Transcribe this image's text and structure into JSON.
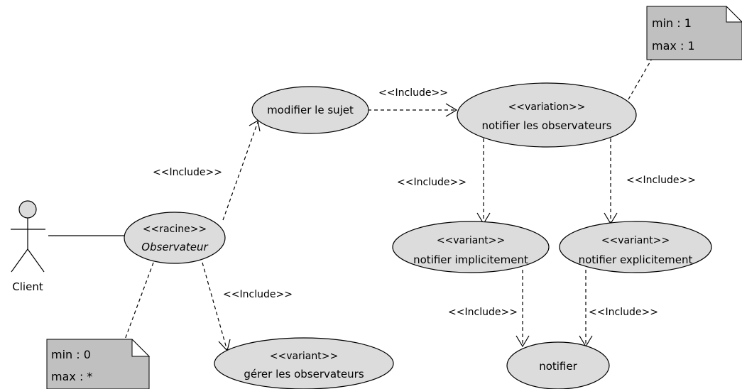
{
  "actor": {
    "name": "Client"
  },
  "use_cases": {
    "modifier": {
      "name": "modifier le sujet"
    },
    "racine": {
      "stereotype": "<<racine>>",
      "name": "Observateur"
    },
    "notifier_obs": {
      "stereotype": "<<variation>>",
      "name": "notifier les observateurs"
    },
    "implicite": {
      "stereotype": "<<variant>>",
      "name": "notifier implicitement"
    },
    "explicite": {
      "stereotype": "<<variant>>",
      "name": "notifier explicitement"
    },
    "gerer": {
      "stereotype": "<<variant>>",
      "name": "gérer les observateurs"
    },
    "notifier": {
      "name": "notifier"
    }
  },
  "include_label": "<<Include>>",
  "notes": {
    "top_right": {
      "line1": "min : 1",
      "line2": "max : 1"
    },
    "bottom_left": {
      "line1": "min : 0",
      "line2": "max : *"
    }
  }
}
